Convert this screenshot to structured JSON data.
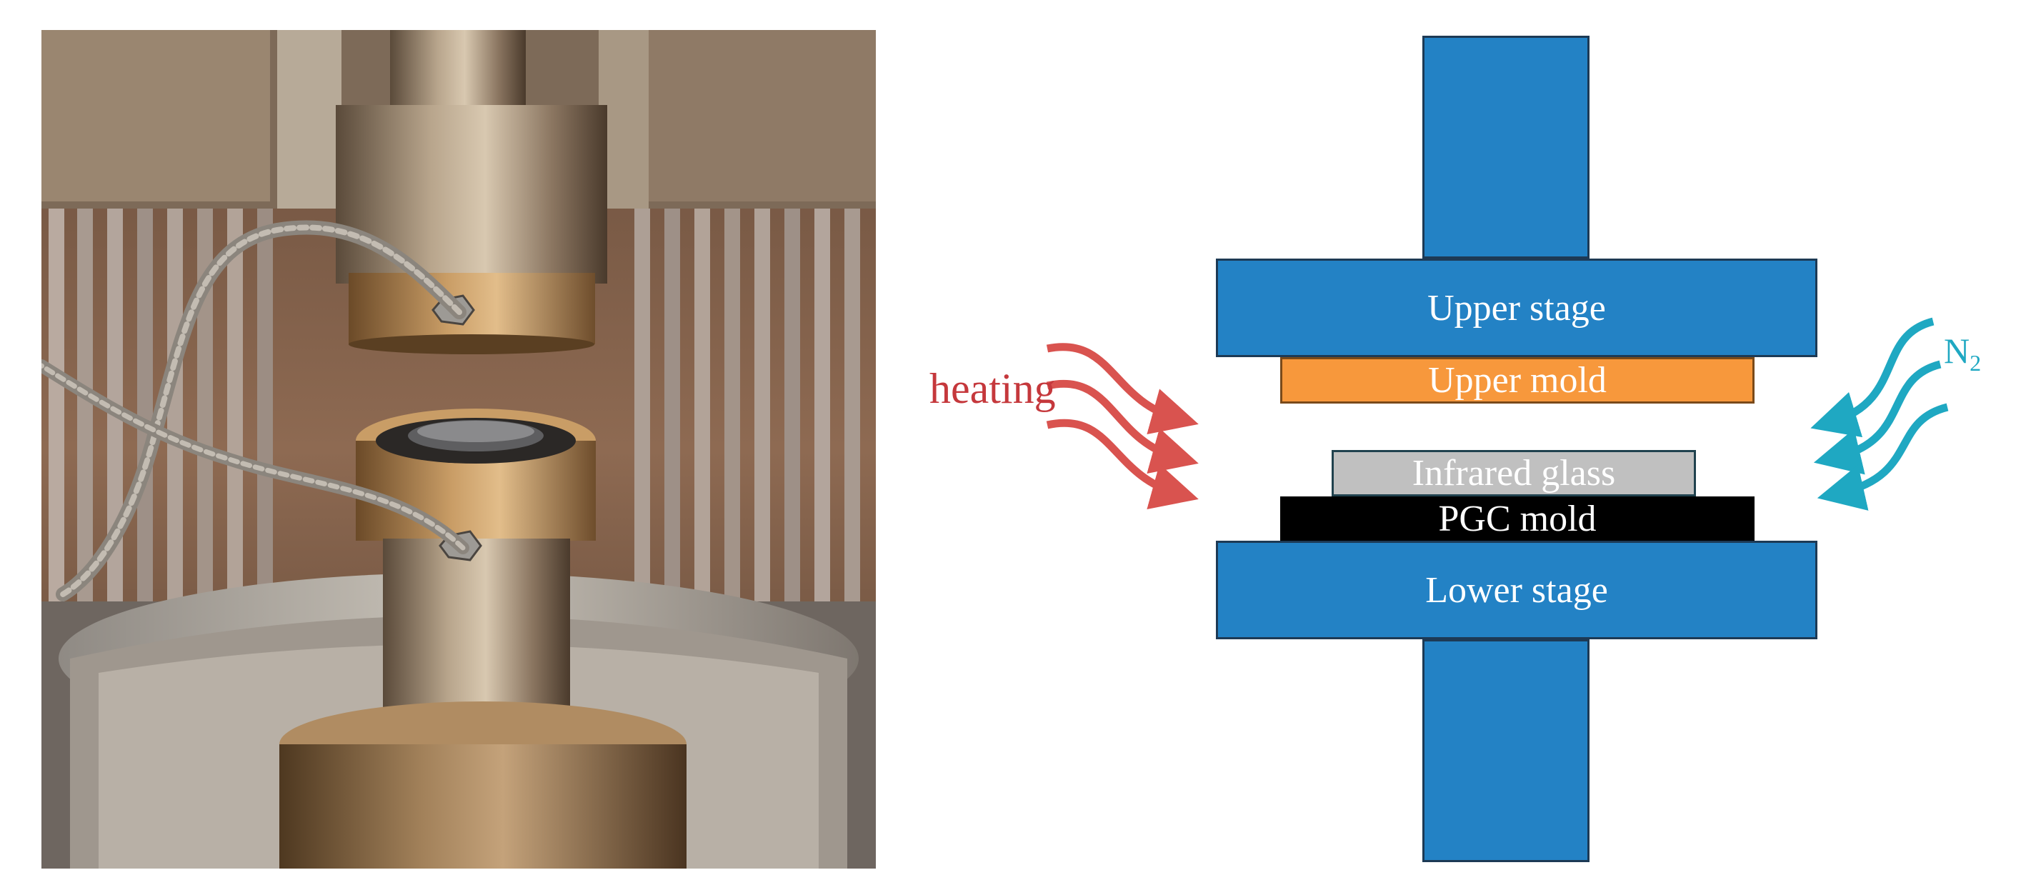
{
  "diagram": {
    "upper_stage": "Upper stage",
    "upper_mold": "Upper mold",
    "infrared_glass": "Infrared glass",
    "pgc_mold": "PGC mold",
    "lower_stage": "Lower stage",
    "heating": "heating",
    "n2_main": "N",
    "n2_sub": "2"
  },
  "colors": {
    "stage_blue": "#2382c5",
    "upper_mold_orange": "#f7983c",
    "glass_gray": "#c0c0c0",
    "pgc_black": "#000000",
    "heating_red": "#d9534f",
    "n2_cyan": "#1fa8c2"
  }
}
